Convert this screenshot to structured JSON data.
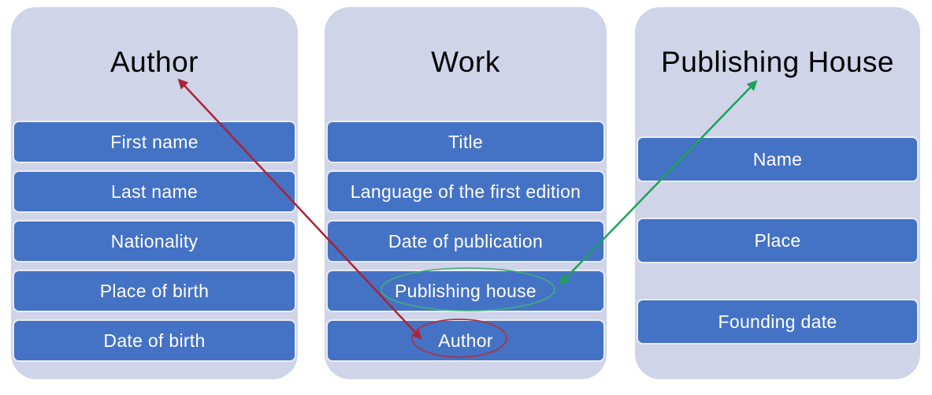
{
  "colors": {
    "page_background": "#ffffff",
    "entity_background": "#cfd4e8",
    "field_background": "#4472c4",
    "field_text": "#ffffff",
    "title_text": "#000000"
  },
  "entities": [
    {
      "id": "author",
      "title": "Author",
      "fields": [
        "First name",
        "Last name",
        "Nationality",
        "Place of birth",
        "Date of birth"
      ]
    },
    {
      "id": "work",
      "title": "Work",
      "fields": [
        "Title",
        "Language of the first edition",
        "Date of publication",
        "Publishing house",
        "Author"
      ]
    },
    {
      "id": "publishing-house",
      "title": "Publishing House",
      "fields": [
        "Name",
        "Place",
        "Founding date"
      ]
    }
  ],
  "connectors": [
    {
      "name": "work-author-to-author-entity",
      "style": "double-headed-arrow",
      "from": "Work / Author",
      "to": "Author",
      "color": "#ab2334"
    },
    {
      "name": "work-publishing-house-to-publishing-house-entity",
      "style": "double-headed-arrow",
      "from": "Work / Publishing house",
      "to": "Publishing House",
      "color": "#1fa15b"
    }
  ],
  "annotations": [
    {
      "name": "author-field-ellipse",
      "shape": "ellipse",
      "around": "Work / Author",
      "color": "#a8344e"
    },
    {
      "name": "publishing-house-field-ellipse",
      "shape": "ellipse",
      "around": "Work / Publishing house",
      "color": "#3fae7e"
    }
  ]
}
